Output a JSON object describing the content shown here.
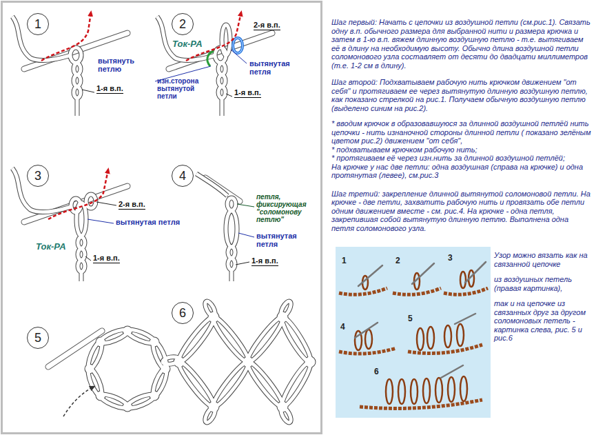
{
  "diagram": {
    "nodes": [
      {
        "text": [
          "1"
        ]
      },
      {
        "text": [
          "2"
        ]
      },
      {
        "text": [
          "3"
        ]
      },
      {
        "text": [
          "4"
        ]
      },
      {
        "text": [
          "5"
        ]
      },
      {
        "text": [
          "6"
        ]
      }
    ],
    "labels": [
      "вытянуть петлю",
      "1-я в.п.",
      "Ток-РА",
      "2-я в.п.",
      "изн.сторона вытянутой петли",
      "вытянутая петля",
      "1-я в.п.",
      "2-я в.п.",
      "вытянутая петля",
      "Ток-РА",
      "1-я в.п.",
      "петля, фиксирующая \"соломонову петлю\"",
      "вытянутая петля",
      "1-я в.п.",
      "Шаг первый: Начать с цепочки из воздушной петли (см.рис.1). Связать одну в.п. обычного размера для выбранной нити и размера крючка и затем в 1-ю в.п. вяжем длинную воздушную петлю - т.е. вытягиваем её в длину на необходимую высоту. Обычно длина воздушной петли соломонового узла составляет от десяти до двадцати миллиметров (т.е. 1-2 см в длину).",
      "Шаг второй: Подхватываем рабочую нить крючком движением \"от себя\" и протягиваем ее через вытянутую длинную воздушную петлю, как показано стрелкой на рис.1. Получаем обычную воздушную петлю (выделено синим на рис.2).",
      "* вводим крючок в образовавшуюся за длинной воздушной петлёй нить цепочки - нить изнаночной стороны длинной петли ( показано зелёным цветом рис.2) движением \"от себя\",",
      "* подхватываем крючком рабочую нить;",
      "* протягиваем её через изн.нить за длинной воздушной петлёй;",
      "На крючке у нас две петли: одна воздушная (справа на крючке) и одна протянутая (левее), см.рис.3",
      "Шаг третий: закрепление длинной вытянутой соломоновой петли. На крючке - две петли, захватить рабочую нить и провязать обе петли одним движением вместе - см. рис.4. На крючке - одна петля, закрепившая собой вытянутую длинную петлю. Выполнена одна петля соломонового узла.",
      "1",
      "2",
      "3",
      "4",
      "5",
      "6",
      "Узор можно вязать как на связанной цепочке",
      "из воздушных петель (правая картинка),",
      "так и на цепочке из связанных друг за другом соломоновых петель - картинка слева, рис. 5 и рис.6"
    ]
  }
}
